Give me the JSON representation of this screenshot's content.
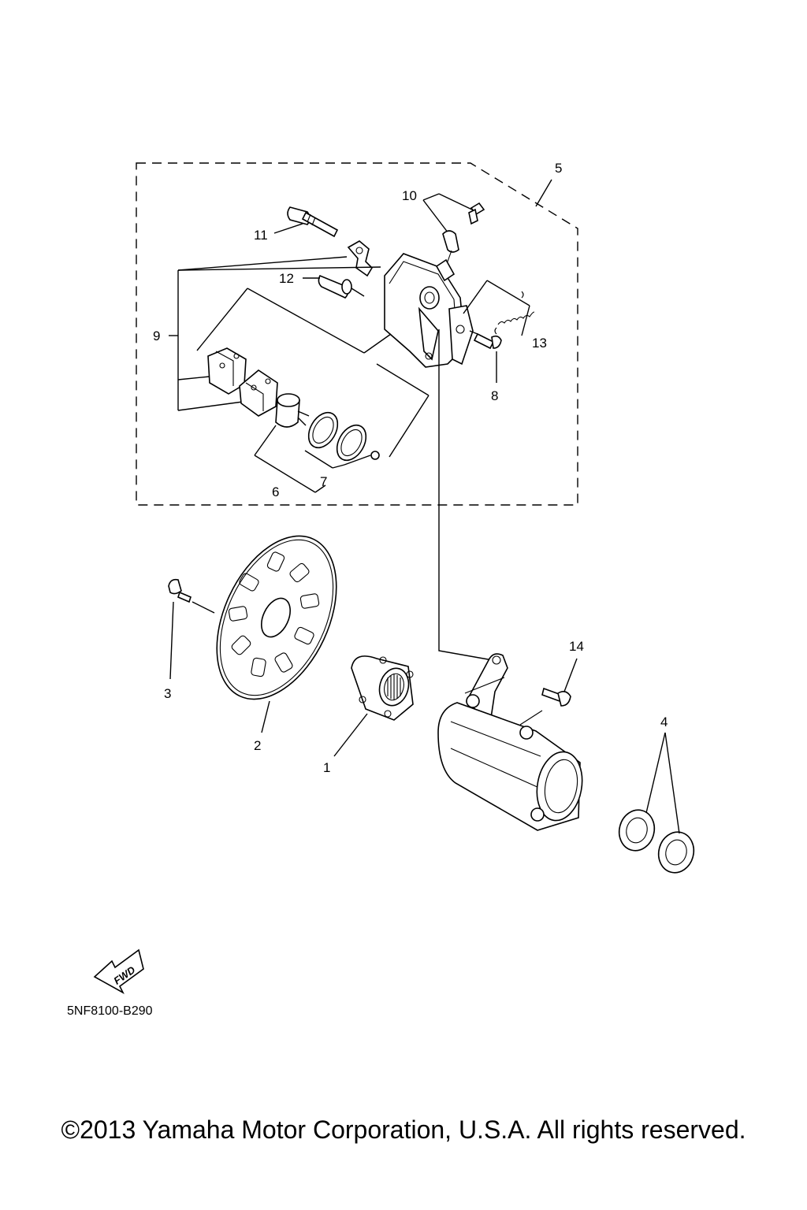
{
  "diagram": {
    "part_labels": {
      "p1": "1",
      "p2": "2",
      "p3": "3",
      "p4": "4",
      "p5": "5",
      "p6": "6",
      "p7": "7",
      "p8": "8",
      "p9": "9",
      "p10": "10",
      "p11": "11",
      "p12": "12",
      "p13": "13",
      "p14": "14"
    },
    "direction_tag": "FWD",
    "diagram_code": "5NF8100-B290"
  },
  "footer": {
    "copyright": "©2013 Yamaha Motor Corporation, U.S.A. All rights reserved."
  }
}
